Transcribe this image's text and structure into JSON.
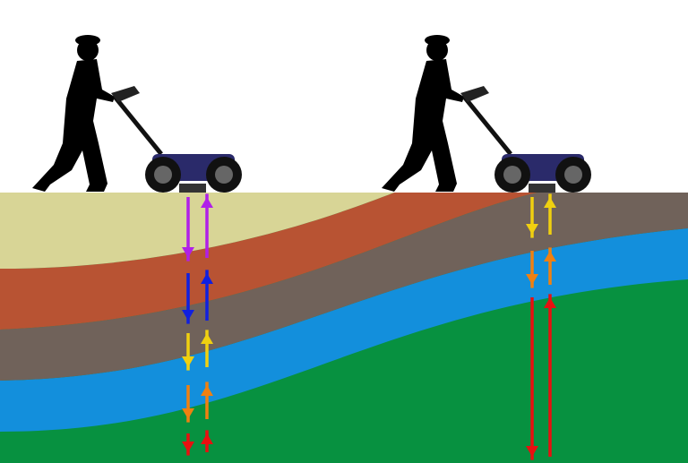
{
  "colors": {
    "sky": "#ffffff",
    "layer_top": "#d8d596",
    "layer_rust": "#b85333",
    "layer_brown": "#70625a",
    "layer_blue": "#138fdc",
    "layer_green": "#079140",
    "silhouette": "#000000",
    "cart": "#2a2a6a"
  },
  "arrow_colors": {
    "purple": "#b020e8",
    "blue": "#1020e0",
    "yellow": "#f0d010",
    "orange": "#f08010",
    "red": "#e81010"
  },
  "icons": [
    "operator-silhouette",
    "gpr-cart",
    "signal-arrow-down",
    "signal-arrow-up"
  ]
}
